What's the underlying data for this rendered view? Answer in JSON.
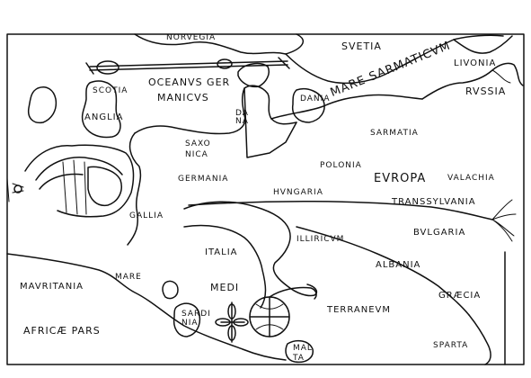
{
  "labels": {
    "norvegia": "NORVEGIA",
    "svetia": "SVETIA",
    "livonia": "LIVONIA",
    "russia": "RVSSIA",
    "scotia": "SCOTIA",
    "anglia": "ANGLIA",
    "oceanus": "OCEANVS GER",
    "manicus": "MANICVS",
    "dana": "DA NA",
    "dania": "DANIA",
    "mare_sarmaticum": "MARE SARMATICVM",
    "sarmatia": "SARMATIA",
    "saxonica": "SAXO NICA",
    "germania": "GERMANIA",
    "polonia": "POLONIA",
    "europa": "EVROPA",
    "valachia": "VALACHIA",
    "hungaria": "HVNGARIA",
    "gallia": "GALLIA",
    "transsylvania": "TRANSSYLVANIA",
    "illiricum": "ILLIRICVM",
    "bulgaria": "BVLGARIA",
    "italia": "ITALIA",
    "albania": "ALBANIA",
    "mauritania": "MAVRITANIA",
    "mare": "MARE",
    "medi": "MEDI",
    "sardinia": "SARDI NIA",
    "terraneum": "TERRANEVM",
    "graecia": "GRÆCIA",
    "africae_pars": "AFRICÆ PARS",
    "malta": "MAL TA",
    "sparta": "SPARTA"
  },
  "colors": {
    "ink": "#111111",
    "paper": "#ffffff",
    "land_fill": "#ffffff"
  },
  "icons": [
    "crown-icon",
    "scepter-icon",
    "orb-icon",
    "cross-icon"
  ]
}
